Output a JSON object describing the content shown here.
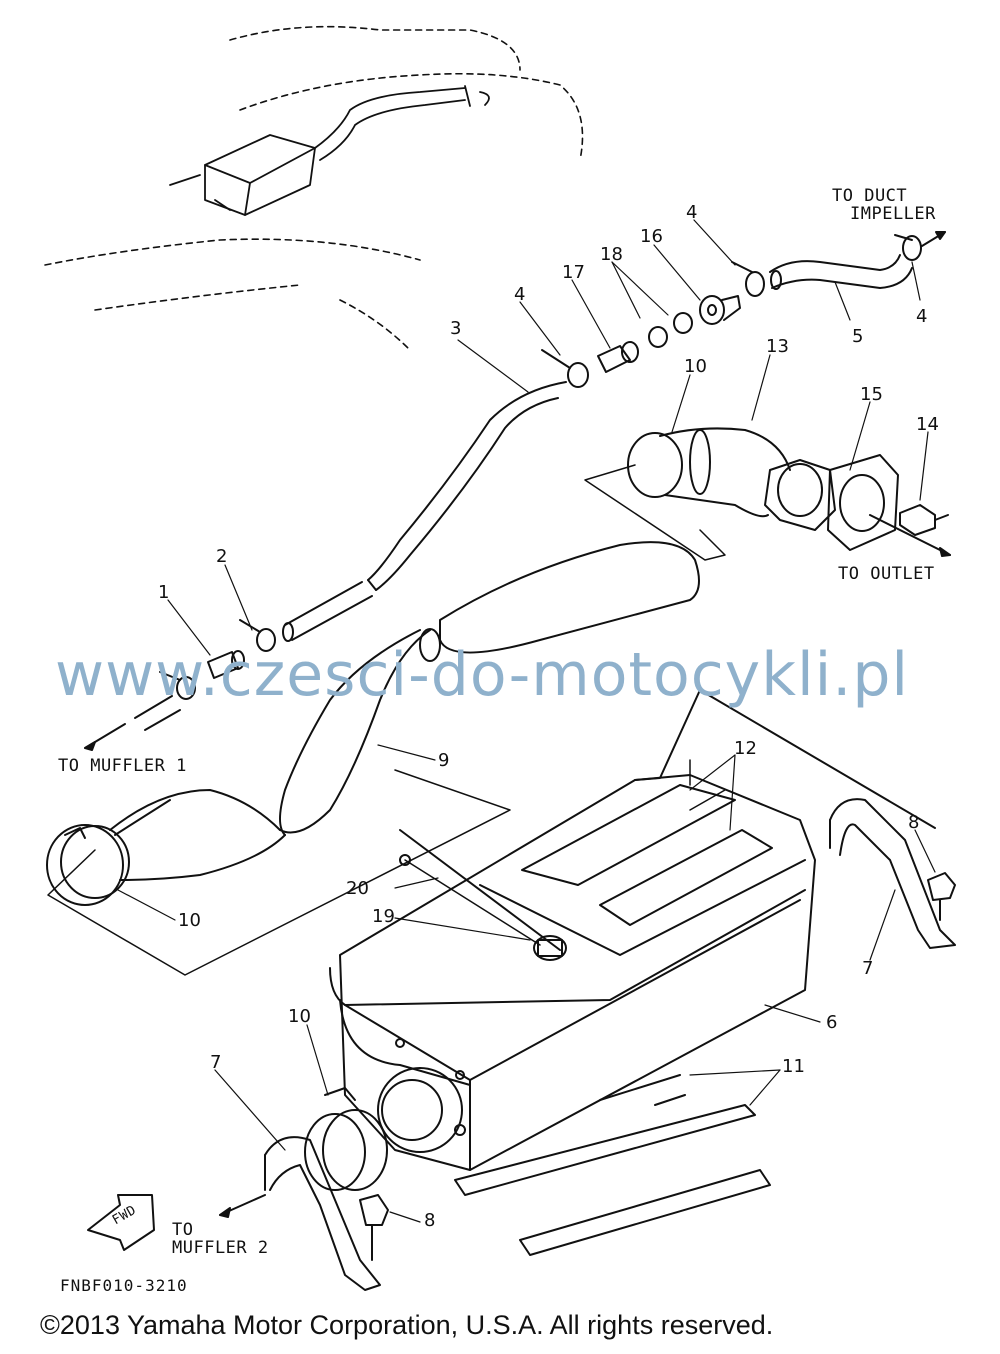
{
  "callouts": [
    "1",
    "2",
    "3",
    "4",
    "4",
    "4",
    "5",
    "6",
    "7",
    "7",
    "8",
    "8",
    "9",
    "10",
    "10",
    "10",
    "11",
    "12",
    "13",
    "14",
    "15",
    "16",
    "17",
    "18",
    "19",
    "20"
  ],
  "destinations": {
    "duct_impeller_line1": "TO DUCT",
    "duct_impeller_line2": "IMPELLER",
    "outlet": "TO OUTLET",
    "muffler1": "TO MUFFLER 1",
    "muffler2_line1": "TO",
    "muffler2_line2": "MUFFLER 2"
  },
  "fwd_label": "FWD",
  "watermark": "www.czesci-do-motocykli.pl",
  "figure_code": "FNBF010-3210",
  "copyright": "©2013 Yamaha Motor Corporation, U.S.A. All rights reserved."
}
